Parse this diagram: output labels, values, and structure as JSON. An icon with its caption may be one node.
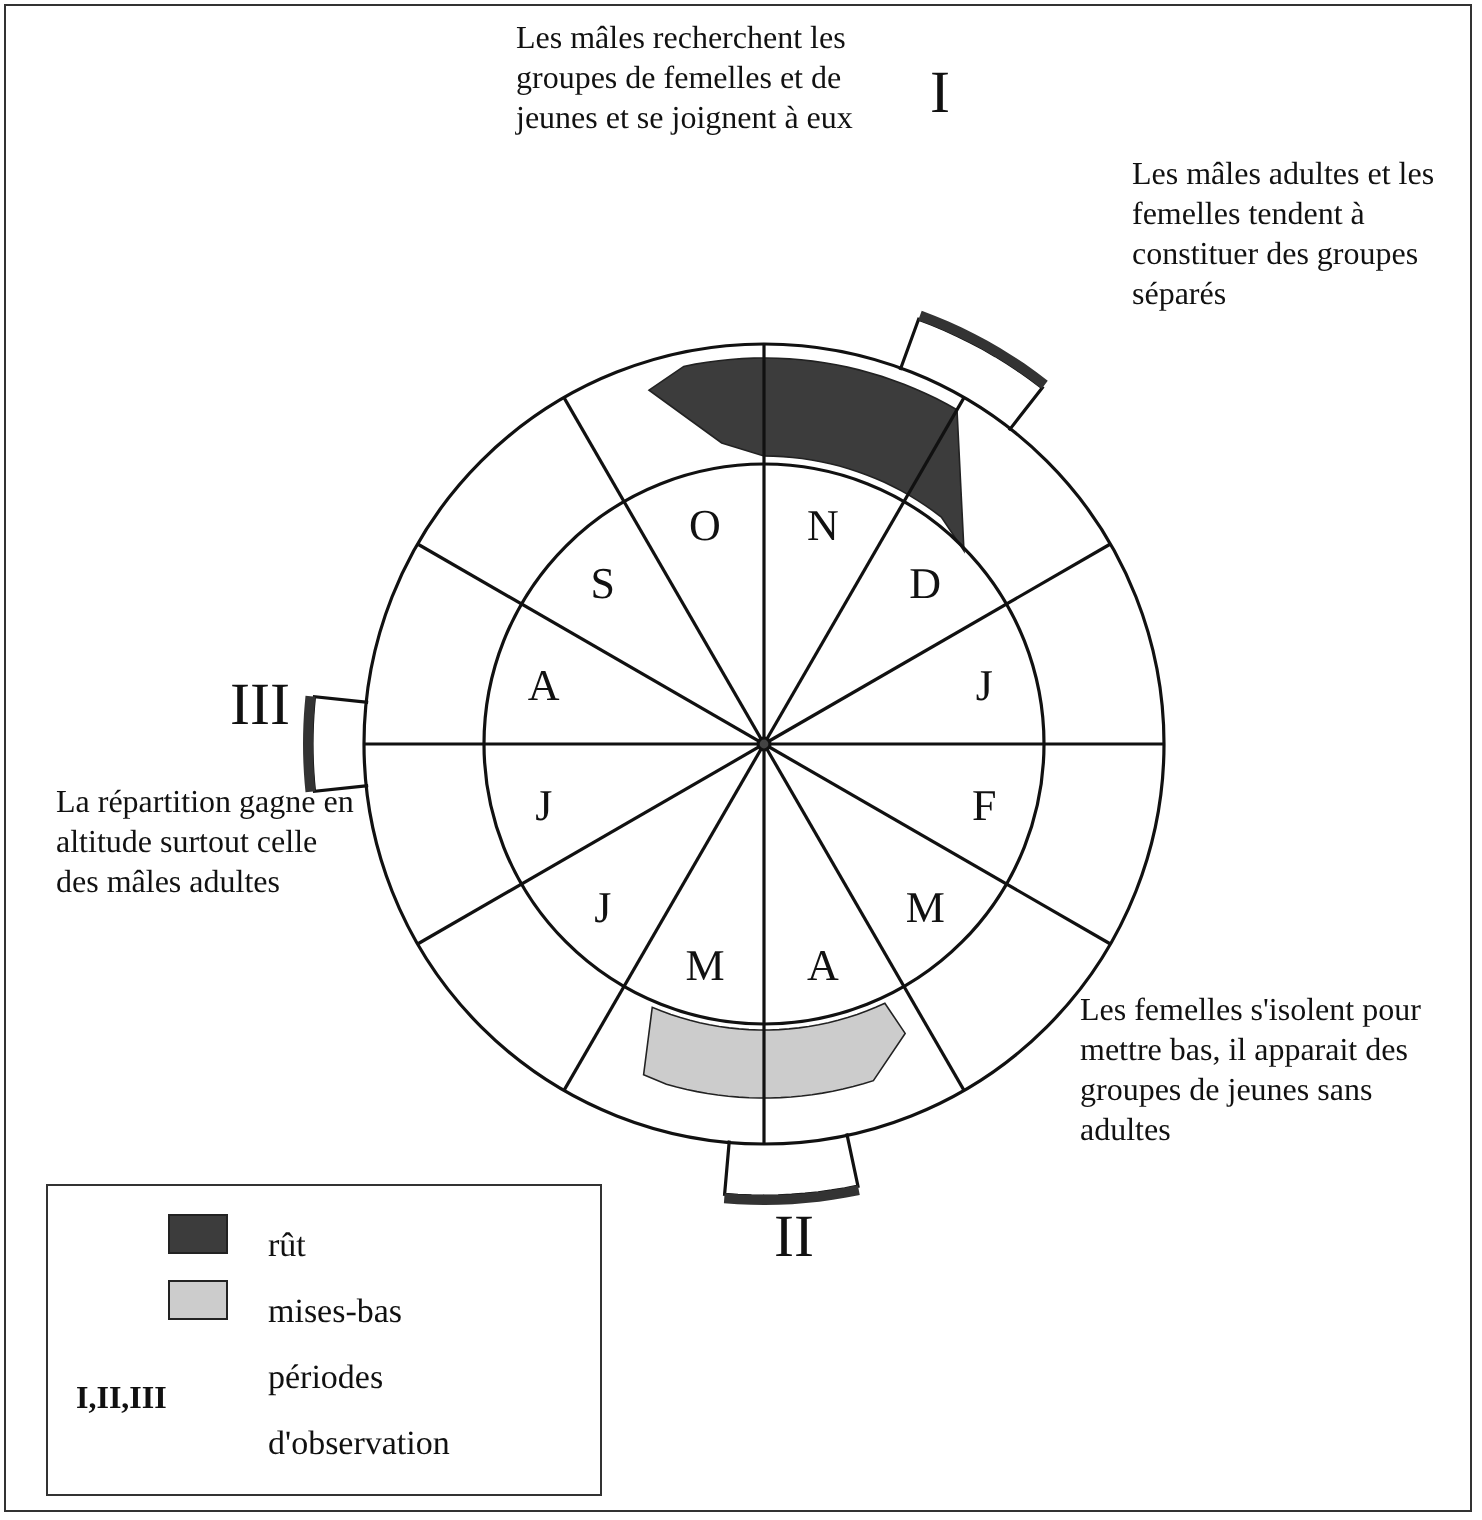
{
  "diagram": {
    "labels": [
      "Les mâles recherchent les groupes de femelles et de jeunes et se joignent à eux",
      "I",
      "Les mâles adultes et les femelles tendent à constituer des groupes séparés",
      "N",
      "D",
      "J",
      "F",
      "M",
      "A",
      "M",
      "J",
      "J",
      "A",
      "S",
      "O",
      "III",
      "La répartition gagne en altitude surtout celle des mâles adultes",
      "Les femelles s'isolent pour mettre bas, il apparait des groupes de jeunes sans adultes",
      "II",
      "I,II,III"
    ],
    "legend": [
      {
        "text": "rût",
        "color": "#3c3c3c"
      },
      {
        "text": "mises-bas",
        "color": "#cccccc"
      },
      {
        "text": "périodes d'observation"
      }
    ]
  }
}
